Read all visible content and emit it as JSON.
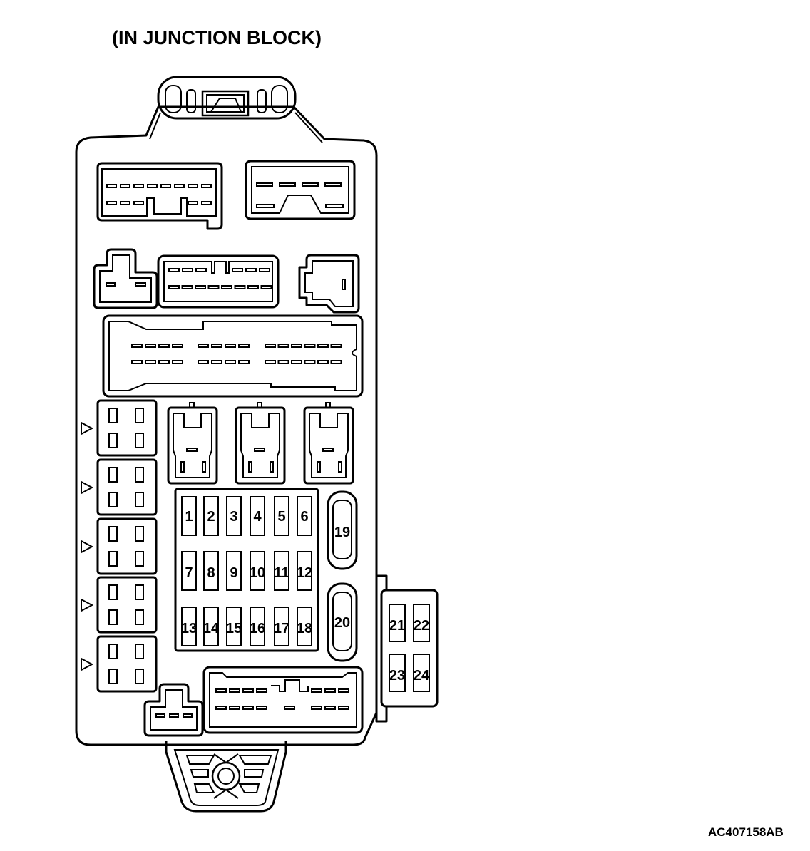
{
  "title": "(IN JUNCTION BLOCK)",
  "figure_code": "AC407158AB",
  "fuses": [
    {
      "n": "1"
    },
    {
      "n": "2"
    },
    {
      "n": "3"
    },
    {
      "n": "4"
    },
    {
      "n": "5"
    },
    {
      "n": "6"
    },
    {
      "n": "7"
    },
    {
      "n": "8"
    },
    {
      "n": "9"
    },
    {
      "n": "10"
    },
    {
      "n": "11"
    },
    {
      "n": "12"
    },
    {
      "n": "13"
    },
    {
      "n": "14"
    },
    {
      "n": "15"
    },
    {
      "n": "16"
    },
    {
      "n": "17"
    },
    {
      "n": "18"
    }
  ],
  "large_fuses": [
    "19",
    "20"
  ],
  "side_fuses": [
    "21",
    "22",
    "23",
    "24"
  ]
}
